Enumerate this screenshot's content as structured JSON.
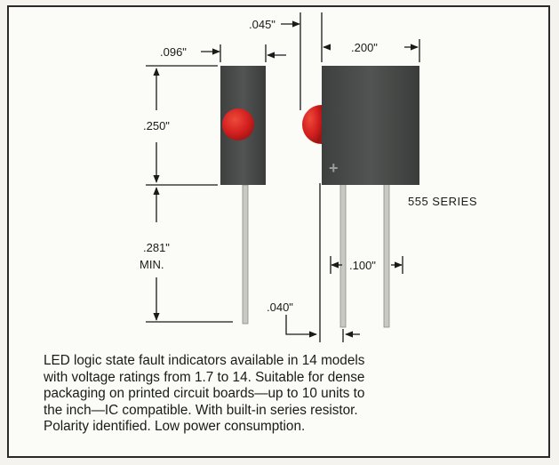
{
  "figure": {
    "dimensions": {
      "width_left": ".096\"",
      "gap_top": ".045\"",
      "width_right": ".200\"",
      "height_body": ".250\"",
      "lead_length_value": ".281\"",
      "lead_length_qualifier": "MIN.",
      "lead_spacing": ".100\"",
      "lead_offset": ".040\""
    },
    "series_label": "555 SERIES",
    "polarity_mark": "+",
    "colors": {
      "led_red": "#d3201f",
      "body_gray": "#4a4c4b",
      "lead_gray": "#c9c9c4"
    }
  },
  "caption": {
    "lines": [
      "LED logic state fault indicators available in 14 models",
      "with voltage ratings from 1.7 to 14. Suitable for dense",
      "packaging on printed circuit boards—up to 10 units to",
      "the inch—IC compatible. With built-in series resistor.",
      "Polarity identified. Low power consumption."
    ]
  }
}
